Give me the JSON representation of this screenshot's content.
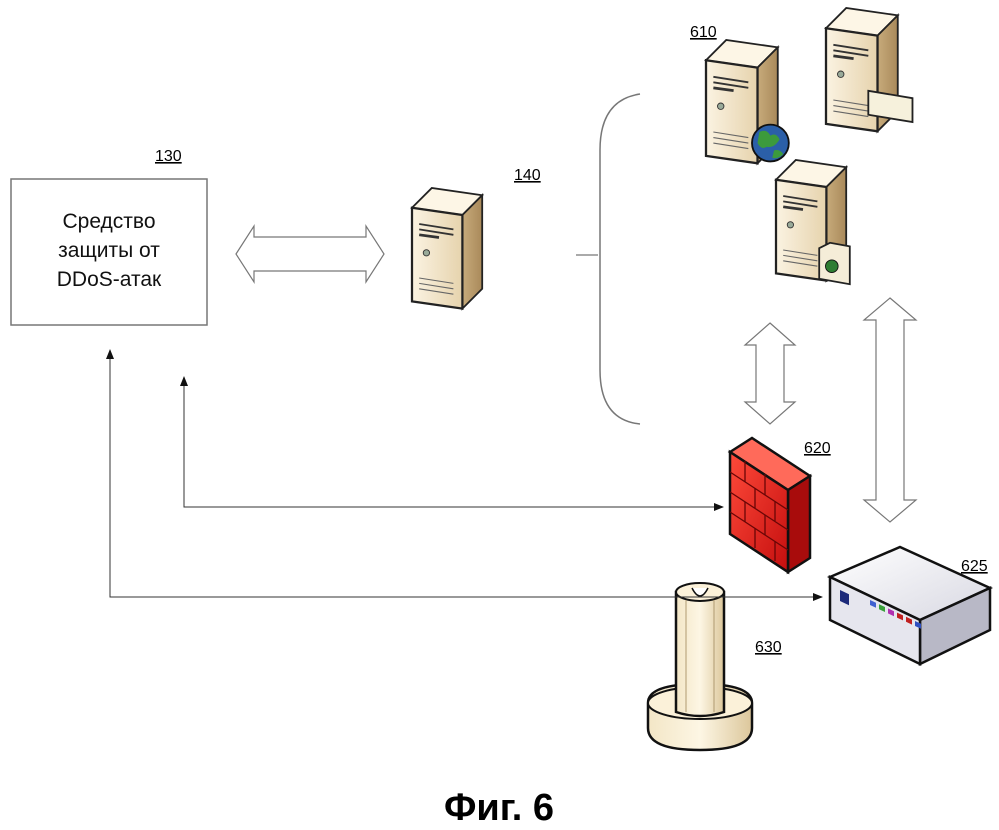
{
  "labels": {
    "protection_module": "130",
    "server": "140",
    "server_group": "610",
    "firewall": "620",
    "router": "625",
    "device": "630"
  },
  "protection_box": {
    "lines": [
      "Средство",
      "защиты от",
      "DDoS-атак"
    ]
  },
  "caption": "Фиг. 6",
  "icons": {
    "server": "server-tower-icon",
    "web_server": "web-server-icon",
    "mail_server": "mail-server-icon",
    "file_server": "file-server-icon",
    "firewall": "firewall-brick-icon",
    "router": "router-icon",
    "device": "t-shaped-device-icon"
  },
  "colors": {
    "server_light": "#f6ead3",
    "server_mid": "#e2cfa8",
    "server_dark": "#b89c6c",
    "firewall_red": "#e01b1b",
    "router_body": "#eeeef4",
    "line": "#222222"
  }
}
